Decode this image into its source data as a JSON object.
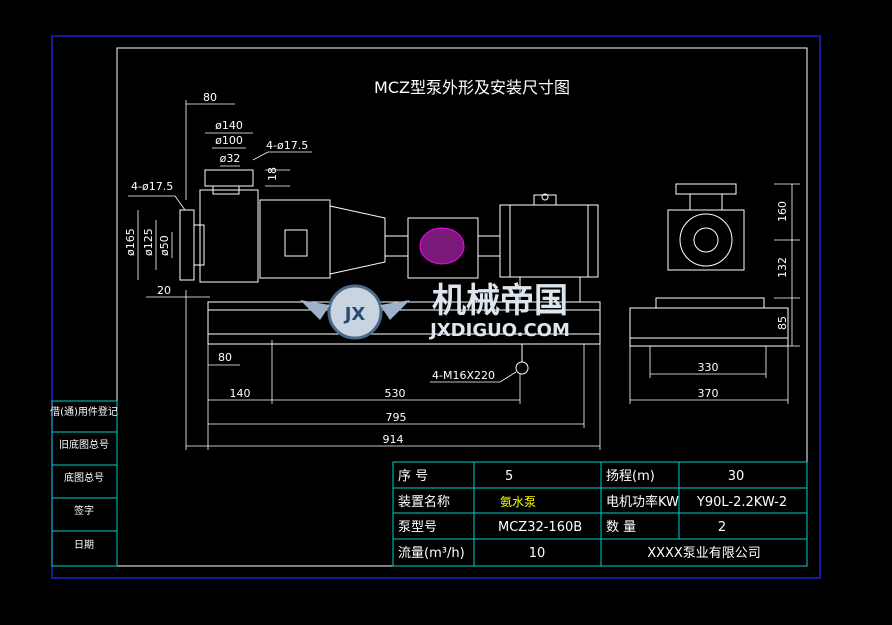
{
  "drawing": {
    "title": "MCZ型泵外形及安装尺寸图",
    "dims_front": {
      "d80_top": "80",
      "d140": "ø140",
      "d100": "ø100",
      "d32": "ø32",
      "holes_top": "4-ø17.5",
      "d18": "18",
      "holes_side": "4-ø17.5",
      "d165": "ø165",
      "d125": "ø125",
      "d50": "ø50",
      "d20": "20",
      "d80_base": "80",
      "bolts": "4-M16X220",
      "d140_base": "140",
      "d530": "530",
      "d795": "795",
      "d914": "914"
    },
    "dims_side": {
      "d160": "160",
      "d132": "132",
      "d85": "85",
      "d330": "330",
      "d370": "370"
    },
    "logo": {
      "cn": "机械帝国",
      "en": "JXDIGUO.COM"
    }
  },
  "side_block": {
    "rows": [
      "借(通)用件登记",
      "旧底图总号",
      "底图总号",
      "签字",
      "日期"
    ]
  },
  "table": {
    "r1": {
      "label1": "序 号",
      "value1": "5",
      "label2": "扬程(m)",
      "value2": "30"
    },
    "r2": {
      "label1": "装置名称",
      "value1": "氨水泵",
      "label2": "电机功率KW",
      "value2": "Y90L-2.2KW-2"
    },
    "r3": {
      "label1": "泵型号",
      "value1": "MCZ32-160B",
      "label2": "数 量",
      "value2": "2"
    },
    "r4": {
      "label1": "流量(m³/h)",
      "value1": "10",
      "company": "XXXX泵业有限公司"
    }
  },
  "colors": {
    "frame": "#2a2aff",
    "table_lines": "#00cccc",
    "text": "#ffffff",
    "accent": "#ffff00",
    "hatch": "#ff00ff"
  }
}
